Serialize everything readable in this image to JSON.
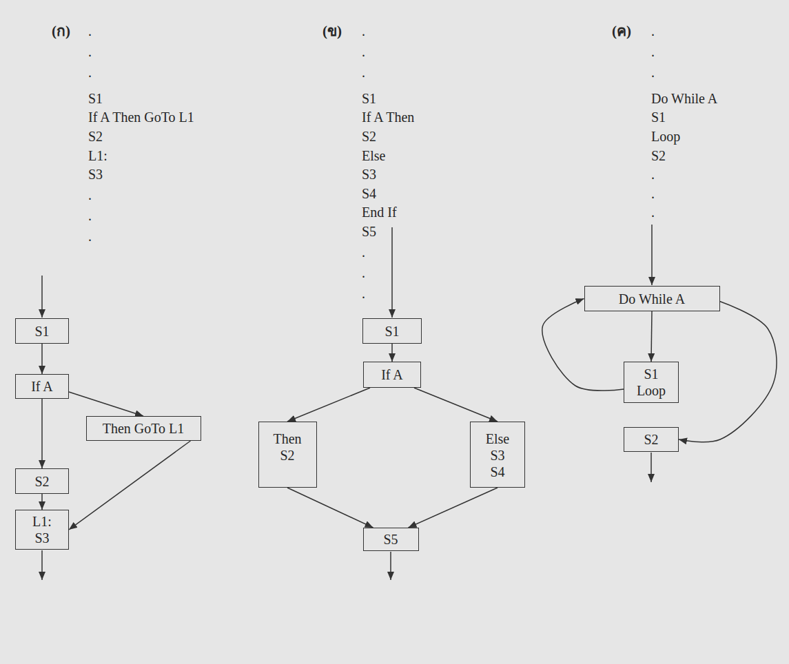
{
  "diagram": {
    "nodes": [
      {
        "text": [
          "S1"
        ]
      },
      {
        "text": [
          "If A"
        ]
      },
      {
        "text": [
          "Then GoTo L1"
        ]
      },
      {
        "text": [
          "S2"
        ]
      },
      {
        "text": [
          "L1:",
          "S3"
        ]
      },
      {
        "text": [
          "S1"
        ]
      },
      {
        "text": [
          "If A"
        ]
      },
      {
        "text": [
          "Then",
          "S2"
        ]
      },
      {
        "text": [
          "Else",
          "S3",
          "S4"
        ]
      },
      {
        "text": [
          "S5"
        ]
      },
      {
        "text": [
          "Do While A"
        ]
      },
      {
        "text": [
          "S1",
          "Loop"
        ]
      },
      {
        "text": [
          "S2"
        ]
      }
    ],
    "edges": [
      {
        "from": 0,
        "to": 1,
        "arrow": "to"
      },
      {
        "from": 1,
        "to": 3,
        "arrow": "to"
      },
      {
        "from": 1,
        "to": 2,
        "arrow": "to"
      },
      {
        "from": 3,
        "to": 4,
        "arrow": "to"
      },
      {
        "from": 2,
        "to": 4,
        "arrow": "to"
      },
      {
        "from": 5,
        "to": 6,
        "arrow": "to"
      },
      {
        "from": 6,
        "to": 7,
        "arrow": "to"
      },
      {
        "from": 6,
        "to": 8,
        "arrow": "to"
      },
      {
        "from": 7,
        "to": 9,
        "arrow": "to"
      },
      {
        "from": 8,
        "to": 9,
        "arrow": "to"
      },
      {
        "from": 10,
        "to": 11,
        "arrow": "to"
      },
      {
        "from": 11,
        "to": 10,
        "arrow": "to"
      },
      {
        "from": 10,
        "to": 12,
        "arrow": "to"
      }
    ],
    "labels": [
      "(ก)",
      ".",
      ".",
      ".",
      "S1",
      "If A Then GoTo L1",
      "S2",
      "L1:",
      "S3",
      ".",
      ".",
      ".",
      "(ข)",
      ".",
      ".",
      ".",
      "S1",
      "If A Then",
      "S2",
      "Else",
      "S3",
      "S4",
      "End If",
      "S5",
      ".",
      ".",
      ".",
      "(ค)",
      ".",
      ".",
      ".",
      "Do While A",
      "S1",
      "Loop",
      "S2",
      ".",
      ".",
      "."
    ]
  }
}
